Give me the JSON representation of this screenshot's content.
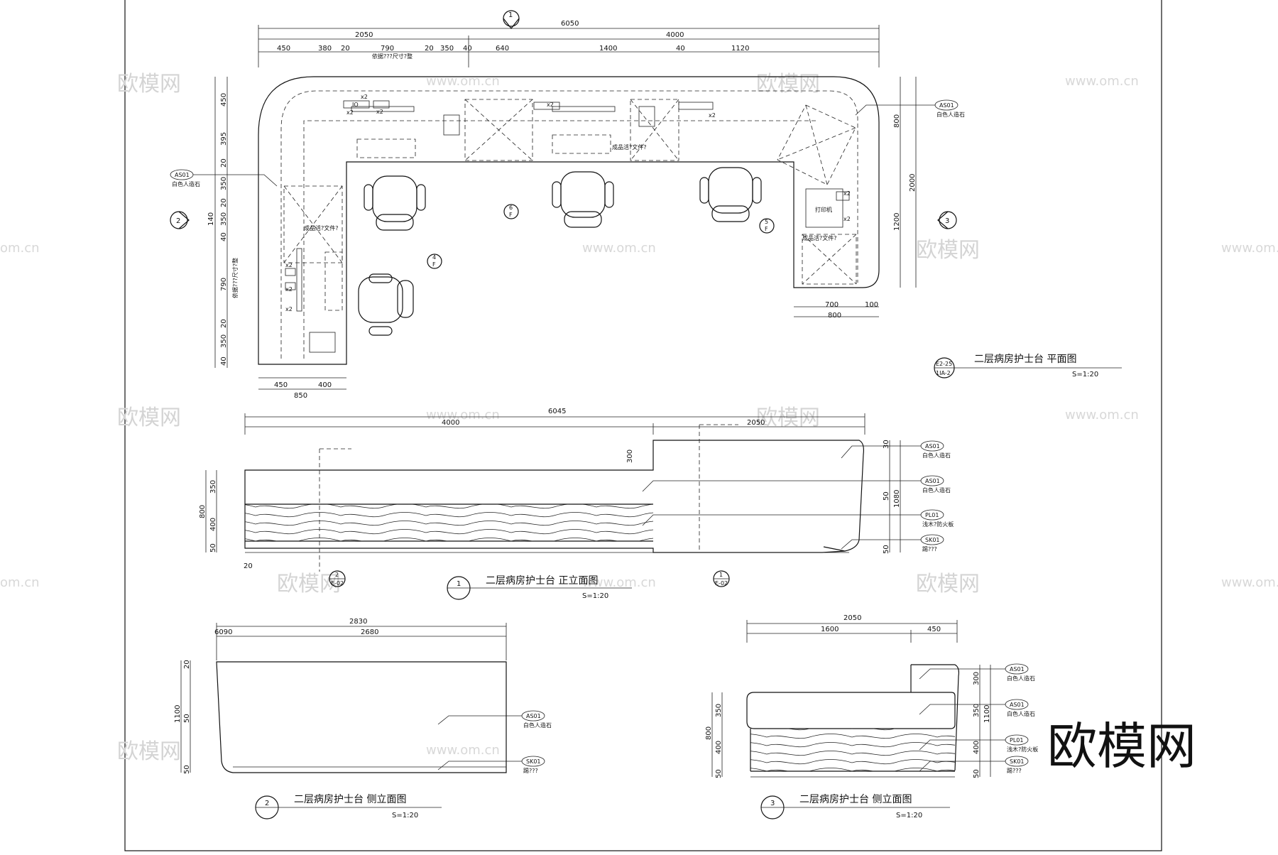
{
  "watermark": {
    "brand": "欧模网",
    "url": "www.om.cn",
    "url_cut": "om.cn"
  },
  "plan": {
    "title": "二层病房护士台  平面图",
    "scale": "S=1:20",
    "index_top": "E2-25",
    "index_bottom": "1IA-2",
    "dims_top_overall": "6050",
    "dims_top_mid": [
      "2050",
      "4000"
    ],
    "dims_top_detail": [
      "450",
      "380",
      "20",
      "790",
      "20",
      "350",
      "40",
      "640",
      "1400",
      "40",
      "1120"
    ],
    "dims_left": [
      "450",
      "395",
      "20",
      "350",
      "20",
      "350",
      "140",
      "40",
      "790",
      "20",
      "350",
      "40"
    ],
    "dims_right": [
      "800",
      "2000",
      "1200"
    ],
    "dims_bottom_left": [
      "450",
      "400",
      "850"
    ],
    "dims_bottom_right": [
      "700",
      "100",
      "800"
    ],
    "labels": {
      "dev1": "依据???尺寸?整",
      "dev2": "依据???尺寸?整",
      "cab1": "成品活?文件?",
      "cab2": "成品活?文件?",
      "cab3": "成品活?文件?",
      "printer": "打印机",
      "x2": "x2",
      "io": "IO"
    },
    "markers": [
      {
        "n": "1",
        "s": ""
      },
      {
        "n": "2",
        "s": ""
      },
      {
        "n": "3",
        "s": ""
      },
      {
        "n": "4",
        "s": "F"
      },
      {
        "n": "5",
        "s": "F"
      },
      {
        "n": "6",
        "s": "F"
      }
    ],
    "tags": [
      {
        "code": "AS01",
        "text": "白色人造石"
      },
      {
        "code": "AS01",
        "text": "白色人造石"
      }
    ]
  },
  "front": {
    "title": "二层病房护士台  正立面图",
    "scale": "S=1:20",
    "num": "1",
    "dims_top": [
      "6045",
      "4000",
      "2050"
    ],
    "dims_left": [
      "800",
      "350",
      "400",
      "50",
      "20"
    ],
    "dims_right": [
      "30",
      "50",
      "1080",
      "50"
    ],
    "dim_300": "300",
    "section_marks": [
      {
        "n": "2",
        "s": "E-02"
      },
      {
        "n": "1",
        "s": "E-02"
      }
    ],
    "tags": [
      {
        "code": "AS01",
        "text": "白色人造石"
      },
      {
        "code": "AS01",
        "text": "白色人造石"
      },
      {
        "code": "PL01",
        "text": "浅木?防火板"
      },
      {
        "code": "SK01",
        "text": "踢???"
      }
    ]
  },
  "side2": {
    "title": "二层病房护士台  侧立面图",
    "scale": "S=1:20",
    "num": "2",
    "dims_top": [
      "2830",
      "2680"
    ],
    "dim_tiny": "6090",
    "dims_left": [
      "20",
      "1100",
      "50",
      "50"
    ],
    "tags": [
      {
        "code": "AS01",
        "text": "白色人造石"
      },
      {
        "code": "SK01",
        "text": "踢???"
      }
    ]
  },
  "side3": {
    "title": "二层病房护士台  侧立面图",
    "scale": "S=1:20",
    "num": "3",
    "dims_top": [
      "2050",
      "1600",
      "450"
    ],
    "dims_left": [
      "800",
      "350",
      "400",
      "50"
    ],
    "dims_right": [
      "300",
      "350",
      "1100",
      "400",
      "50"
    ],
    "tags": [
      {
        "code": "AS01",
        "text": "白色人造石"
      },
      {
        "code": "AS01",
        "text": "白色人造石"
      },
      {
        "code": "PL01",
        "text": "浅木?防火板"
      },
      {
        "code": "SK01",
        "text": "踢???"
      }
    ]
  }
}
